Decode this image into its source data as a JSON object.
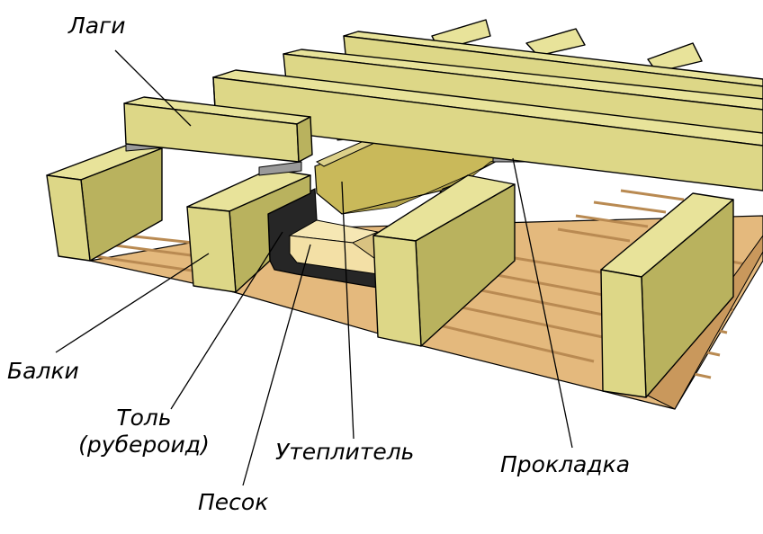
{
  "labels": {
    "lagi": "Лаги",
    "balki": "Балки",
    "tol_line1": "Толь",
    "tol_line2": "(рубероид)",
    "pesok": "Песок",
    "uteplitel": "Утеплитель",
    "prokladka": "Прокладка"
  },
  "colors": {
    "wood_top": "#e8e39a",
    "wood_front": "#ddd787",
    "wood_side": "#b9b25e",
    "insulation": "#c9b95a",
    "sand": "#f3e0a6",
    "roofing_felt": "#262626",
    "floor_boards": "#e4b97d",
    "floor_gaps": "#b98a52",
    "pad": "#9a9a9a"
  }
}
